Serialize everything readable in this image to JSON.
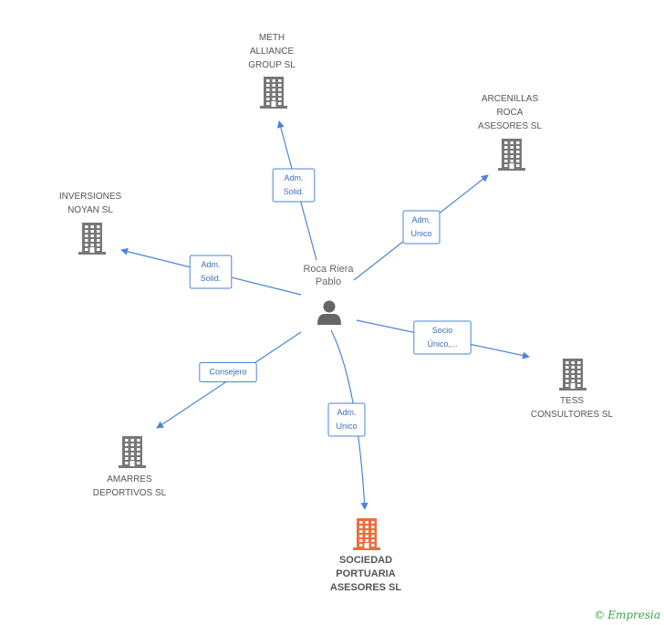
{
  "center": {
    "name_lines": [
      "Roca Riera",
      "Pablo"
    ],
    "color": "#666666"
  },
  "companies": [
    {
      "id": "meth",
      "lines": [
        "METH",
        "ALLIANCE",
        "GROUP  SL"
      ],
      "color": "#777777",
      "highlight": false
    },
    {
      "id": "arcenillas",
      "lines": [
        "ARCENILLAS",
        "ROCA",
        "ASESORES SL"
      ],
      "color": "#777777",
      "highlight": false
    },
    {
      "id": "inversiones",
      "lines": [
        "INVERSIONES",
        "NOYAN  SL"
      ],
      "color": "#777777",
      "highlight": false
    },
    {
      "id": "tess",
      "lines": [
        "TESS",
        "CONSULTORES SL"
      ],
      "color": "#777777",
      "highlight": false
    },
    {
      "id": "amarres",
      "lines": [
        "AMARRES",
        "DEPORTIVOS SL"
      ],
      "color": "#777777",
      "highlight": false
    },
    {
      "id": "sociedad",
      "lines": [
        "SOCIEDAD",
        "PORTUARIA",
        "ASESORES SL"
      ],
      "color": "#f26a3b",
      "highlight": true
    }
  ],
  "relations": [
    {
      "to": "meth",
      "lines": [
        "Adm.",
        "Solid."
      ]
    },
    {
      "to": "arcenillas",
      "lines": [
        "Adm.",
        "Unico"
      ]
    },
    {
      "to": "inversiones",
      "lines": [
        "Adm.",
        "Solid."
      ]
    },
    {
      "to": "tess",
      "lines": [
        "Socio",
        "Único,..."
      ]
    },
    {
      "to": "amarres",
      "lines": [
        "Consejero"
      ]
    },
    {
      "to": "sociedad",
      "lines": [
        "Adm.",
        "Unico"
      ]
    }
  ],
  "colors": {
    "edge": "#4a86d4",
    "building": "#777777",
    "highlight": "#f26a3b",
    "brand": "#3aa44a"
  },
  "brand": {
    "copyright": "©",
    "name": "Empresia"
  }
}
